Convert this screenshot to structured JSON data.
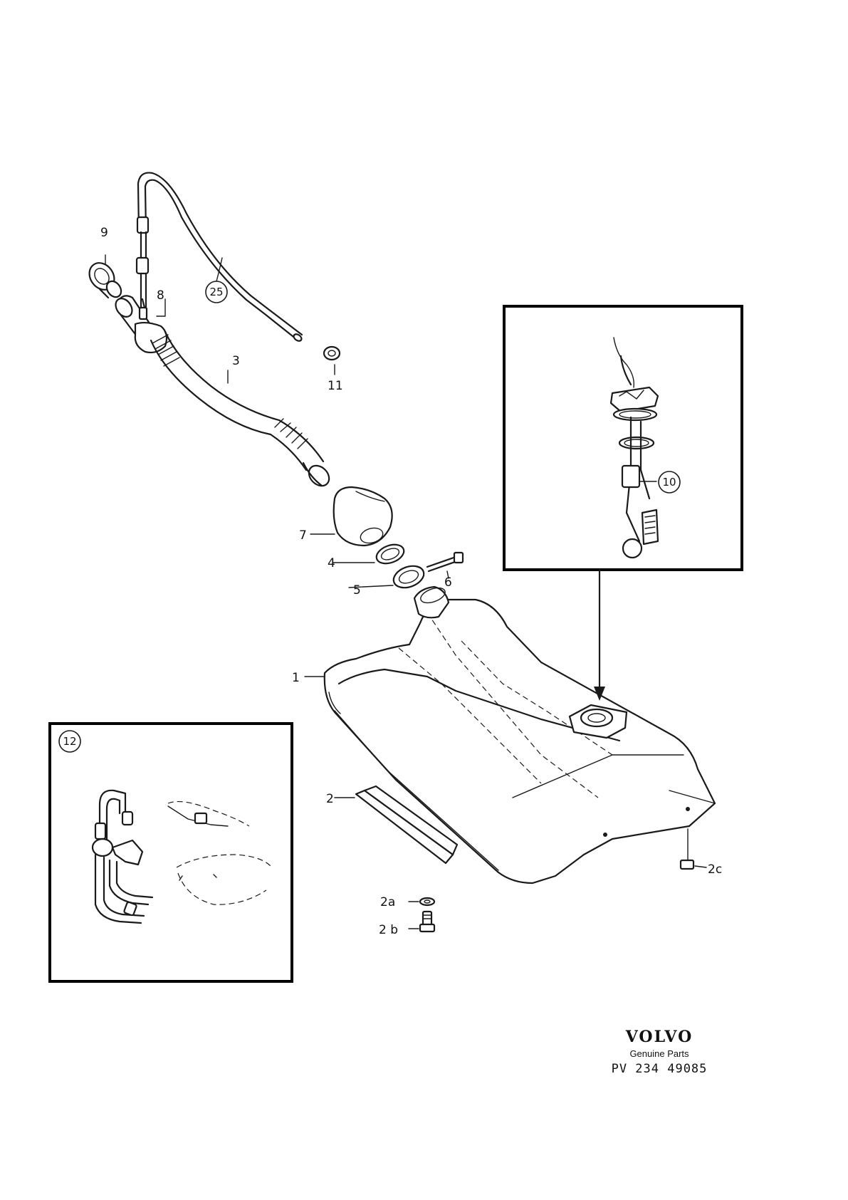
{
  "callouts": {
    "c1": "1",
    "c2": "2",
    "c2a": "2a",
    "c2b": "2 b",
    "c2c": "2c",
    "c3": "3",
    "c4": "4",
    "c5": "5",
    "c6": "6",
    "c7": "7",
    "c8": "8",
    "c9": "9",
    "c10": "10",
    "c11": "11",
    "c12": "12",
    "c25": "25"
  },
  "branding": {
    "brand": "VOLVO",
    "subtitle": "Genuine Parts",
    "code": "PV  234  49085"
  }
}
